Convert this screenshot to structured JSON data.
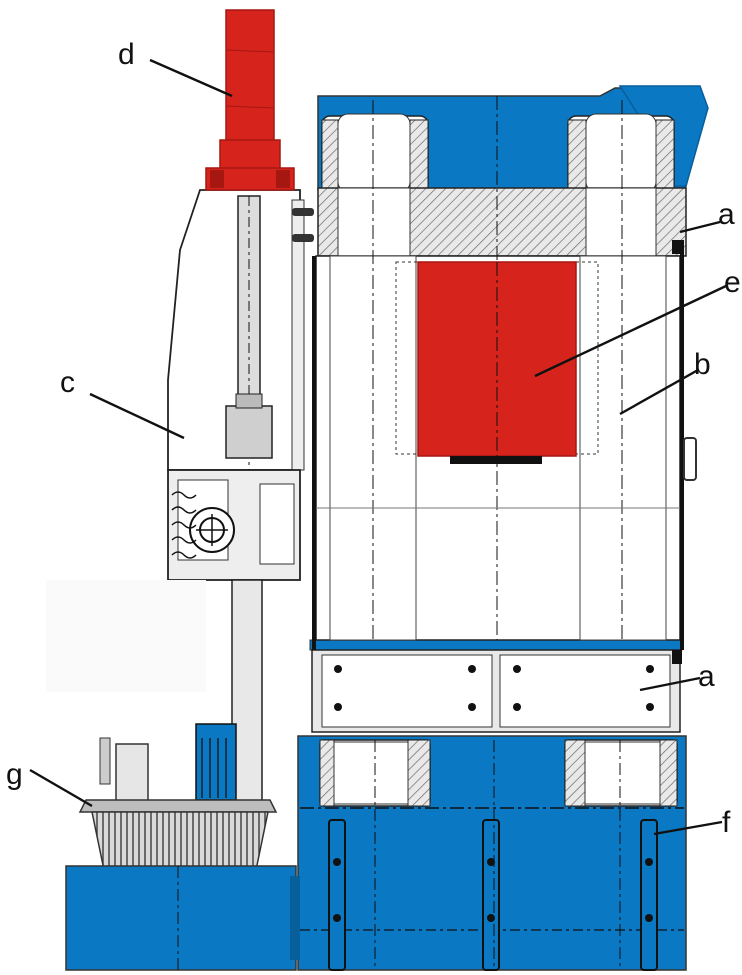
{
  "colors": {
    "blue": "#0a78c2",
    "blue_dark": "#075f9c",
    "red": "#d6241c",
    "red_dark": "#a61712",
    "grey_light": "#e6e6e6",
    "grey_mid": "#bdbdbd",
    "outline": "#333333"
  },
  "labels": {
    "a_top": "a",
    "a_bottom": "a",
    "b": "b",
    "c": "c",
    "d": "d",
    "e": "e",
    "f": "f",
    "g": "g"
  }
}
